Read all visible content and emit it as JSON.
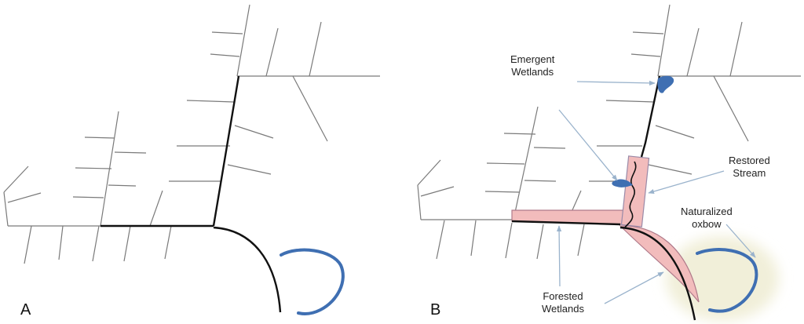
{
  "panels": {
    "a": "A",
    "b": "B"
  },
  "labels": {
    "emergent": "Emergent\nWetlands",
    "restored": "Restored\nStream",
    "naturalized": "Naturalized\noxbow",
    "forested": "Forested\nWetlands"
  },
  "colors": {
    "line_thin": "#7a7a7a",
    "line_main": "#111111",
    "water": "#3f6fb2",
    "wetland_fill": "#f2bcbc",
    "wetland_edge": "#b07a8a",
    "oxbow_glow": "#f1efd9",
    "arrow": "#9ab3cc"
  }
}
